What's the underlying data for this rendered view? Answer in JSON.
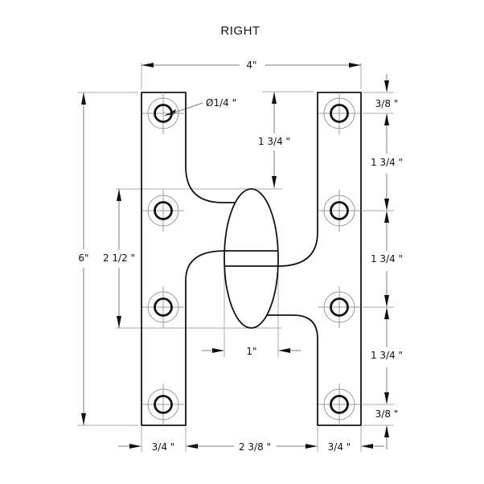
{
  "title": "RIGHT",
  "colors": {
    "object_line": "#141414",
    "dimension_line": "#7d7d7d",
    "extension_line": "#ababab",
    "text": "#111111",
    "background": "#ffffff"
  },
  "callout": {
    "hole_diameter": "Ø1/4 \""
  },
  "dims": {
    "overall_width": "4\"",
    "overall_height": "6\"",
    "knuckle_offset_top": "1 3/4 \"",
    "knuckle_length": "2 1/2 \"",
    "knuckle_width": "1\"",
    "right_chain": [
      "3/8 \"",
      "1 3/4 \"",
      "1 3/4 \"",
      "1 3/4 \"",
      "3/8 \""
    ],
    "bottom_chain": [
      "3/4 \"",
      "2 3/8 \"",
      "3/4 \""
    ]
  }
}
